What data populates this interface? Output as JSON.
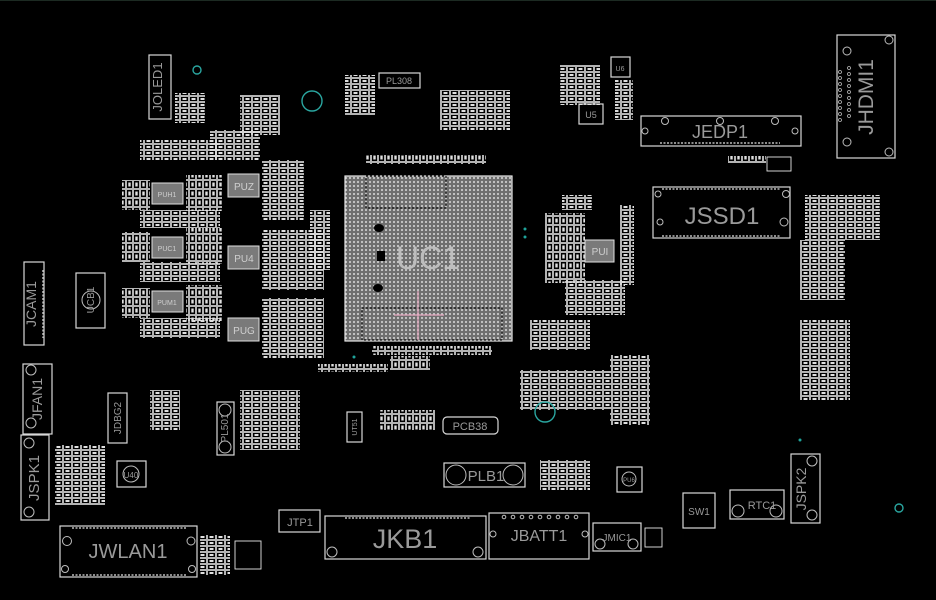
{
  "board": {
    "background": "#000000",
    "silk_color": "#d8d8d8",
    "label_color": "#9a9a9a",
    "hole_color": "#2aa6a0",
    "cross_color": "#e6a8c0"
  },
  "components": {
    "uc1": "UC1",
    "jedp1": "JEDP1",
    "jssd1": "JSSD1",
    "jhdmi1": "JHDMI1",
    "jcam1": "JCAM1",
    "ucb1": "UCB1",
    "jfan1": "JFAN1",
    "jspk1": "JSPK1",
    "jdbg2": "JDBG2",
    "jwlan1": "JWLAN1",
    "jtp1": "JTP1",
    "jkb1": "JKB1",
    "jbatt1": "JBATT1",
    "jmic1": "JMIC1",
    "sw1": "SW1",
    "rtc1": "RTC1",
    "jspk2": "JSPK2",
    "joled1": "JOLED1",
    "plb1": "PLB1",
    "pcb38": "PCB38",
    "pl308": "PL308",
    "pl501": "PL501",
    "u5": "U5",
    "u6": "U6",
    "u40": "U40",
    "ut51": "UT51",
    "pu1": "PUI",
    "puz": "PUZ",
    "pu4": "PU4",
    "pug": "PUG",
    "pu1a": "PUH1",
    "pu1b": "PUC1",
    "pu1c": "PUM1",
    "pu2": "PU6"
  }
}
